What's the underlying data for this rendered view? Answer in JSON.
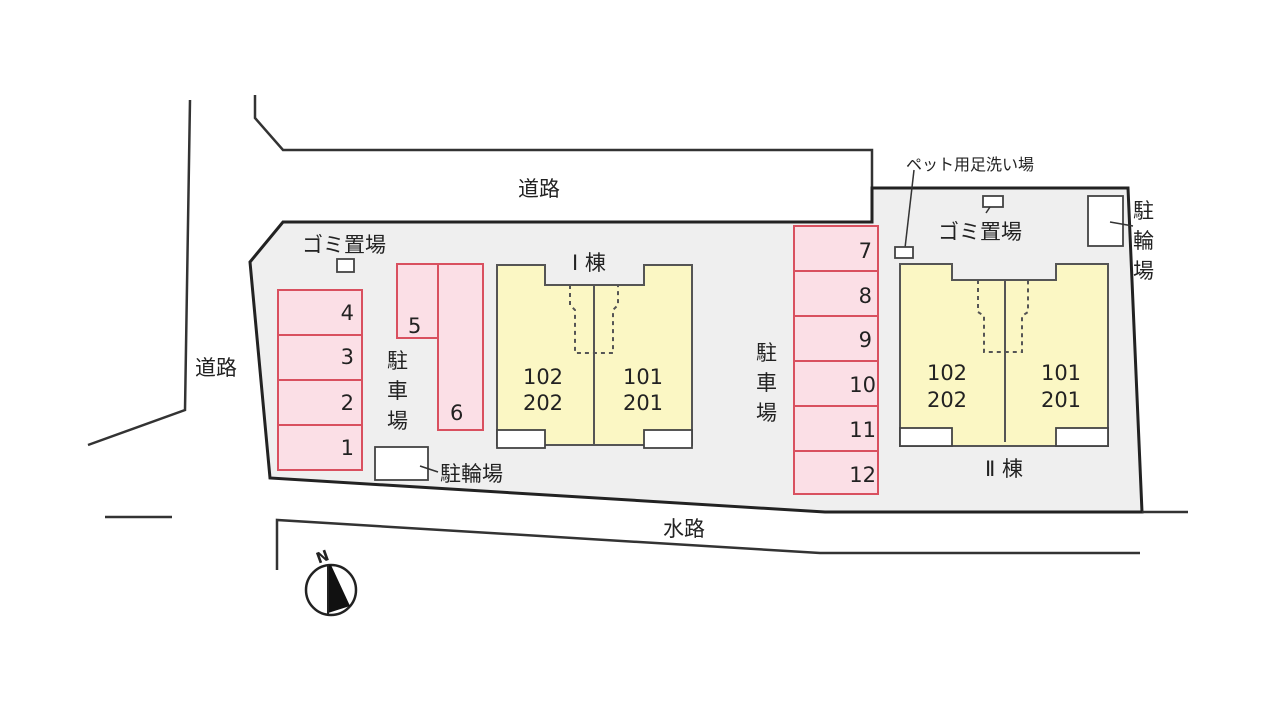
{
  "labels": {
    "road_top": "道路",
    "road_left": "道路",
    "waterway": "水路",
    "garbage_left": "ゴミ置場",
    "garbage_right": "ゴミ置場",
    "pet_footwash": "ペット用足洗い場",
    "parking_left": [
      "駐",
      "車",
      "場"
    ],
    "parking_right": [
      "駐",
      "車",
      "場"
    ],
    "bike_left": "駐輪場",
    "bike_right": [
      "駐",
      "輪",
      "場"
    ],
    "building_1": "Ⅰ 棟",
    "building_2": "Ⅱ 棟",
    "compass_n": "N"
  },
  "parking_spaces": [
    "1",
    "2",
    "3",
    "4",
    "5",
    "6",
    "7",
    "8",
    "9",
    "10",
    "11",
    "12"
  ],
  "building_1_units": {
    "left": [
      "102",
      "202"
    ],
    "right": [
      "101",
      "201"
    ]
  },
  "building_2_units": {
    "left": [
      "102",
      "202"
    ],
    "right": [
      "101",
      "201"
    ]
  },
  "colors": {
    "parking": "#fbdfe6",
    "building": "#fbf7c4",
    "site": "#efefef"
  }
}
